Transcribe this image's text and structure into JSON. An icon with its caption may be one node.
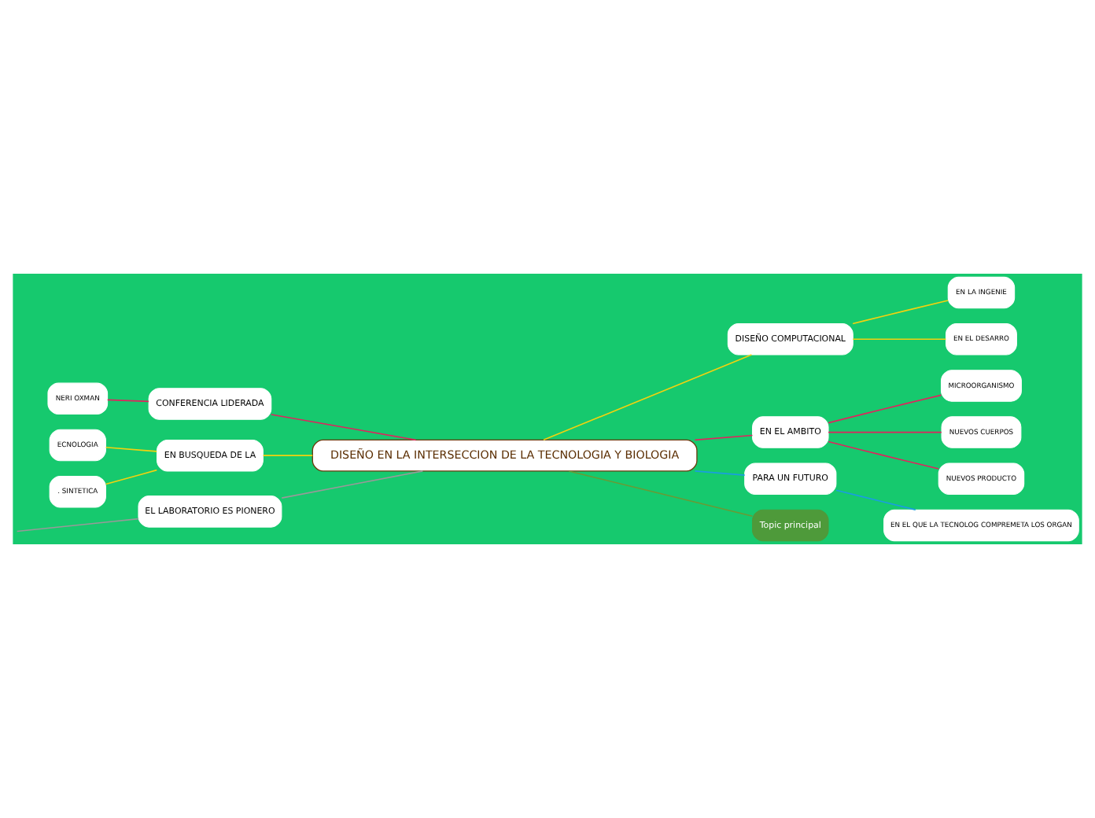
{
  "diagram": {
    "nodes": [
      {
        "text": [
          "DISEÑO EN LA INTERSECCION DE LA TECNOLOGIA Y BIOLOGIA"
        ]
      },
      {
        "text": [
          "DISEÑO COMPUTACIONAL"
        ]
      },
      {
        "text": [
          "EN LA INGENIE"
        ]
      },
      {
        "text": [
          "EN EL DESARRO"
        ]
      },
      {
        "text": [
          "EN EL AMBITO"
        ]
      },
      {
        "text": [
          "MICROORGANISMO"
        ]
      },
      {
        "text": [
          "NUEVOS CUERPOS"
        ]
      },
      {
        "text": [
          "NUEVOS PRODUCTO"
        ]
      },
      {
        "text": [
          "PARA UN FUTURO"
        ]
      },
      {
        "text": [
          "EN EL QUE LA TECNOLOG COMPREMETA LOS ORGAN"
        ]
      },
      {
        "text": [
          "Topic principal"
        ]
      },
      {
        "text": [
          "CONFERENCIA LIDERADA"
        ]
      },
      {
        "text": [
          "NERI OXMAN"
        ]
      },
      {
        "text": [
          "EN BUSQUEDA DE LA"
        ]
      },
      {
        "text": [
          "ECNOLOGIA"
        ]
      },
      {
        "text": [
          ". SINTETICA"
        ]
      },
      {
        "text": [
          "EL LABORATORIO ES PIONERO"
        ]
      }
    ],
    "edges": [
      {
        "from": 0,
        "to": 1,
        "arrow": "none",
        "color": "#f2d20f"
      },
      {
        "from": 1,
        "to": 2,
        "arrow": "none",
        "color": "#f2d20f"
      },
      {
        "from": 1,
        "to": 3,
        "arrow": "none",
        "color": "#f2d20f"
      },
      {
        "from": 0,
        "to": 4,
        "arrow": "none",
        "color": "#e0245e"
      },
      {
        "from": 4,
        "to": 5,
        "arrow": "none",
        "color": "#e0245e"
      },
      {
        "from": 4,
        "to": 6,
        "arrow": "none",
        "color": "#e0245e"
      },
      {
        "from": 4,
        "to": 7,
        "arrow": "none",
        "color": "#e0245e"
      },
      {
        "from": 0,
        "to": 8,
        "arrow": "none",
        "color": "#1a9ee0"
      },
      {
        "from": 8,
        "to": 9,
        "arrow": "none",
        "color": "#1a9ee0"
      },
      {
        "from": 0,
        "to": 10,
        "arrow": "none",
        "color": "#6a9a35"
      },
      {
        "from": 0,
        "to": 11,
        "arrow": "none",
        "color": "#e0245e"
      },
      {
        "from": 11,
        "to": 12,
        "arrow": "none",
        "color": "#e0245e"
      },
      {
        "from": 0,
        "to": 13,
        "arrow": "none",
        "color": "#f2d20f"
      },
      {
        "from": 13,
        "to": 14,
        "arrow": "none",
        "color": "#f2d20f"
      },
      {
        "from": 13,
        "to": 15,
        "arrow": "none",
        "color": "#f2d20f"
      },
      {
        "from": 0,
        "to": 16,
        "arrow": "none",
        "color": "#999999"
      },
      {
        "from": 16,
        "to": null,
        "arrow": "none",
        "color": "#999999"
      }
    ]
  }
}
